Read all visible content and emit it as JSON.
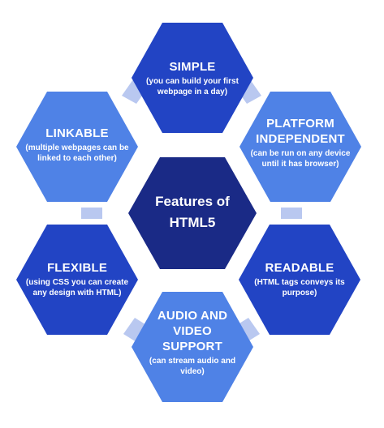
{
  "center": {
    "line1": "Features of",
    "line2": "HTML5"
  },
  "features": [
    {
      "key": "simple",
      "title_lines": [
        "SIMPLE"
      ],
      "desc_lines": [
        "(you can build your first",
        "webpage in a day)"
      ]
    },
    {
      "key": "platform-independent",
      "title_lines": [
        "PLATFORM",
        "INDEPENDENT"
      ],
      "desc_lines": [
        "(can be run on any device",
        "until it has browser)"
      ]
    },
    {
      "key": "readable",
      "title_lines": [
        "READABLE"
      ],
      "desc_lines": [
        "(HTML tags conveys its",
        "purpose)"
      ]
    },
    {
      "key": "audio-video-support",
      "title_lines": [
        "AUDIO AND",
        "VIDEO",
        "SUPPORT"
      ],
      "desc_lines": [
        "(can stream audio and",
        "video)"
      ]
    },
    {
      "key": "flexible",
      "title_lines": [
        "FLEXIBLE"
      ],
      "desc_lines": [
        "(using CSS you can create",
        "any design with HTML)"
      ]
    },
    {
      "key": "linkable",
      "title_lines": [
        "LINKABLE"
      ],
      "desc_lines": [
        "(multiple webpages can be",
        "linked to each other)"
      ]
    }
  ],
  "colors": {
    "dark_navy": "#1a2a86",
    "royal_blue": "#2244c4",
    "light_blue": "#4f82e6",
    "connector": "#b9c8f0"
  }
}
